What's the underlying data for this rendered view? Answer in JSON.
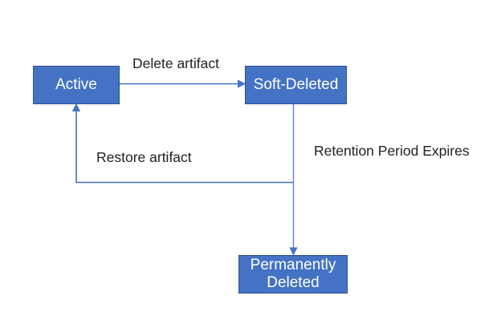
{
  "diagram": {
    "description": "Artifact lifecycle state diagram",
    "nodes": [
      {
        "id": "active",
        "label": "Active"
      },
      {
        "id": "soft-deleted",
        "label": "Soft-Deleted"
      },
      {
        "id": "permanently-deleted",
        "label": "Permanently\nDeleted"
      }
    ],
    "edges": [
      {
        "id": "delete",
        "from": "active",
        "to": "soft-deleted",
        "label": "Delete artifact"
      },
      {
        "id": "restore",
        "from": "soft-deleted",
        "to": "active",
        "label": "Restore artifact"
      },
      {
        "id": "retention",
        "from": "soft-deleted",
        "to": "permanently-deleted",
        "label": "Retention Period Expires"
      }
    ],
    "colors": {
      "node_fill": "#4472C4",
      "node_border": "#2F528F",
      "node_text": "#FFFFFF",
      "connector": "#4472C4",
      "label_text": "#1F1F1F",
      "background": "#FFFFFF"
    }
  }
}
